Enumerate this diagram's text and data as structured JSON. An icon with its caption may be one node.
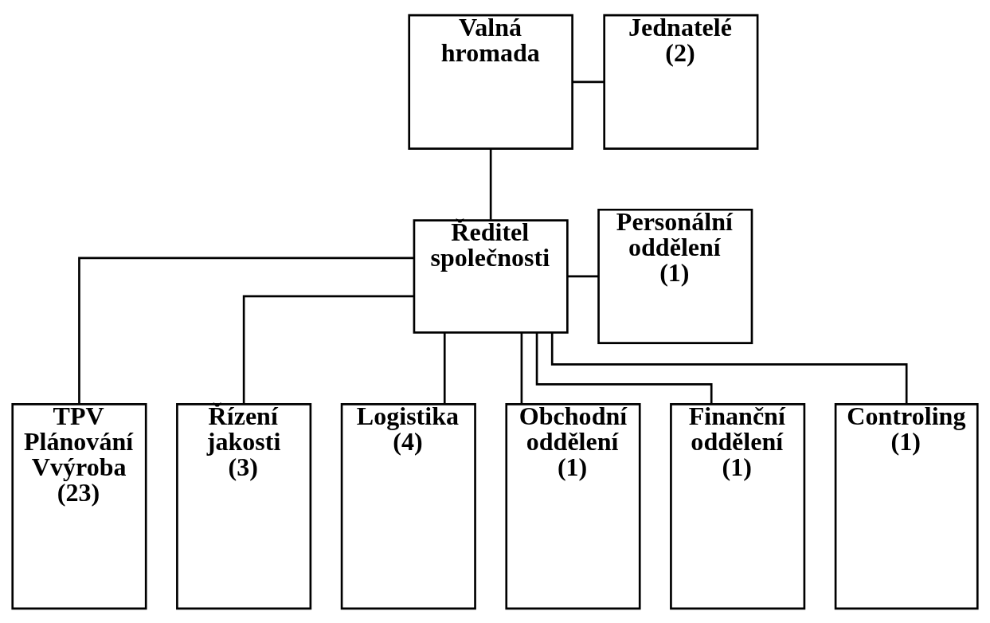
{
  "diagram": {
    "nodes": [
      {
        "text": [
          "Valná hromada"
        ]
      },
      {
        "text": [
          "Jednatelé (2)"
        ]
      },
      {
        "text": [
          "Ředitel společnosti"
        ]
      },
      {
        "text": [
          "Personální oddělení (1)"
        ]
      },
      {
        "text": [
          "TPV Plánování Vvýroba (23)"
        ]
      },
      {
        "text": [
          "Řízení jakosti (3)"
        ]
      },
      {
        "text": [
          "Logistika (4)"
        ]
      },
      {
        "text": [
          "Obchodní oddělení (1)"
        ]
      },
      {
        "text": [
          "Finanční oddělení (1)"
        ]
      },
      {
        "text": [
          "Controling (1)"
        ]
      }
    ],
    "edges": [
      {
        "from": 0,
        "to": 1,
        "arrow": "none"
      },
      {
        "from": 0,
        "to": 2,
        "arrow": "none"
      },
      {
        "from": 2,
        "to": 3,
        "arrow": "none"
      },
      {
        "from": 2,
        "to": 4,
        "arrow": "none"
      },
      {
        "from": 2,
        "to": 5,
        "arrow": "none"
      },
      {
        "from": 2,
        "to": 6,
        "arrow": "none"
      },
      {
        "from": 2,
        "to": 7,
        "arrow": "none"
      },
      {
        "from": 2,
        "to": 8,
        "arrow": "none"
      },
      {
        "from": 2,
        "to": 9,
        "arrow": "none"
      }
    ]
  }
}
